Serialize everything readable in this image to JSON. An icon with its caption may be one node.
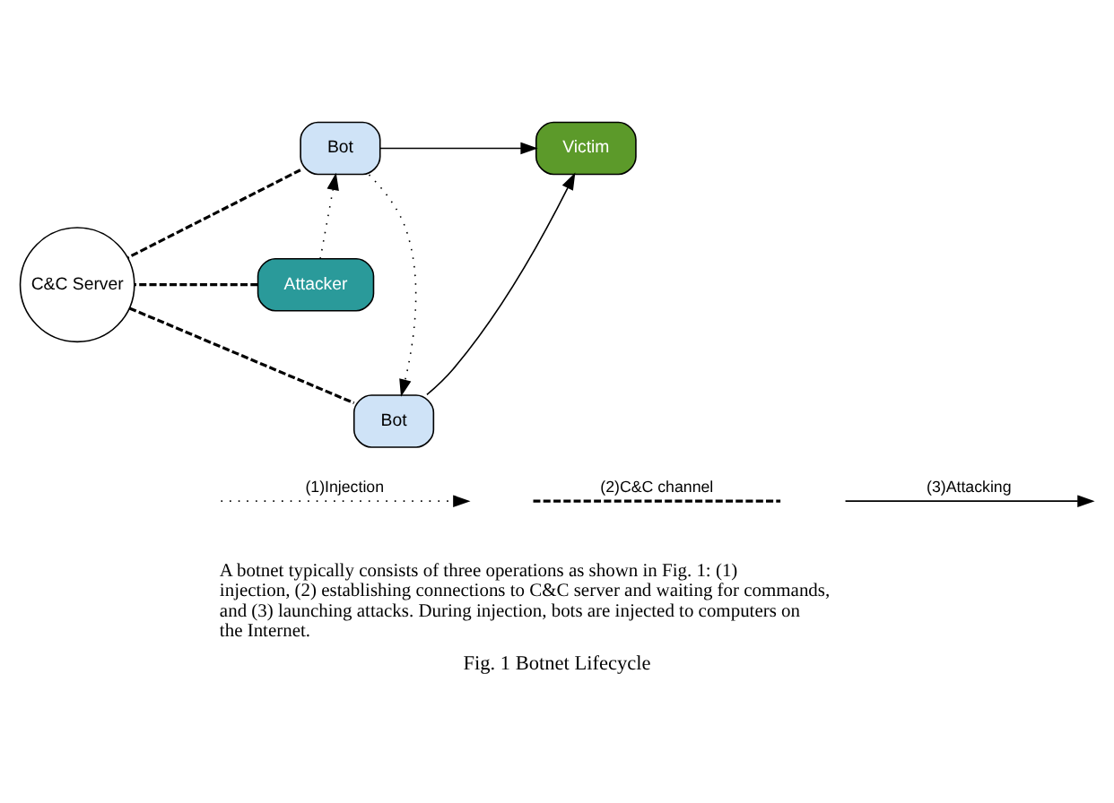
{
  "diagram": {
    "caption": "Fig. 1 Botnet Lifecycle",
    "nodes": [
      {
        "text": [
          "Bot"
        ]
      },
      {
        "text": [
          "Victim"
        ]
      },
      {
        "text": [
          "Attacker"
        ]
      },
      {
        "text": [
          "C&C Server"
        ]
      },
      {
        "text": [
          "Bot"
        ]
      }
    ],
    "edges": [
      {
        "from": 2,
        "to": 0,
        "arrow": "to",
        "style": "dashed"
      },
      {
        "from": 0,
        "to": 1,
        "arrow": "to"
      },
      {
        "from": 0,
        "to": 4,
        "arrow": "to",
        "style": "dashed"
      },
      {
        "from": 4,
        "to": 1,
        "arrow": "to"
      },
      {
        "from": 0,
        "to": 3,
        "arrow": "none",
        "style": "dashed"
      },
      {
        "from": 2,
        "to": 3,
        "arrow": "none",
        "style": "dashed"
      },
      {
        "from": 3,
        "to": 4,
        "arrow": "none",
        "style": "dashed"
      }
    ],
    "labels": [
      "A botnet typically consists of three operations as shown in Fig. 1: (1) injection, (2) establishing connections to C&C server and waiting for commands, and (3) launching attacks. During injection, bots are injected to computers on the Internet."
    ],
    "legend": [
      {
        "text": "(1)Injection"
      },
      {
        "text": "(2)C&C channel"
      },
      {
        "text": "(3)Attacking"
      }
    ]
  }
}
